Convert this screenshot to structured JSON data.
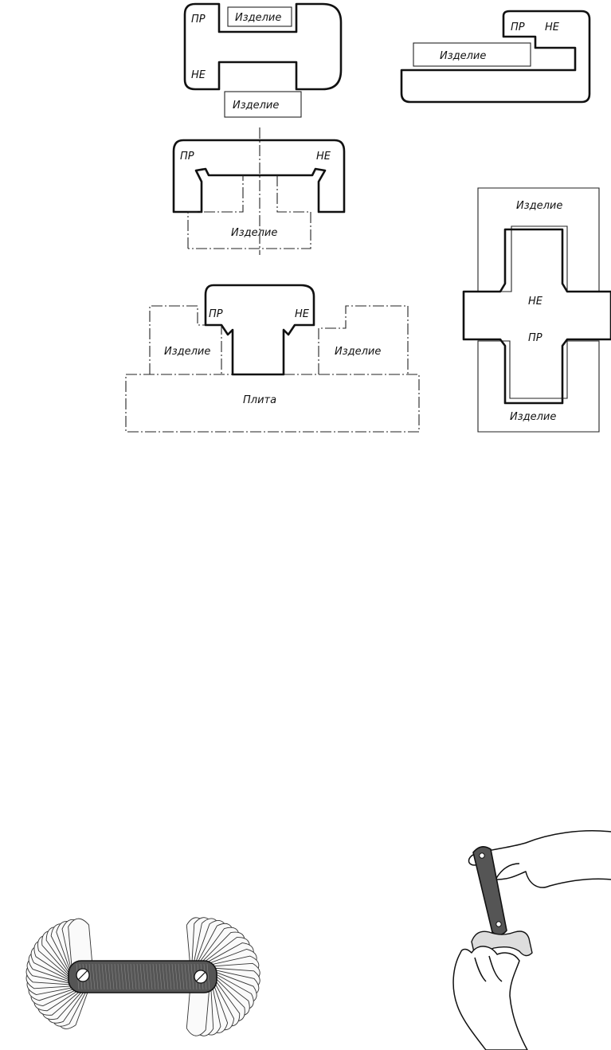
{
  "labels": {
    "go": "ПР",
    "nogo": "НЕ",
    "part": "Изделие",
    "plate": "Плита"
  },
  "icons": {
    "radius_gauge_set": "radius-gauge-set",
    "radius_gauge_in_hand": "radius-gauge-in-hand"
  }
}
